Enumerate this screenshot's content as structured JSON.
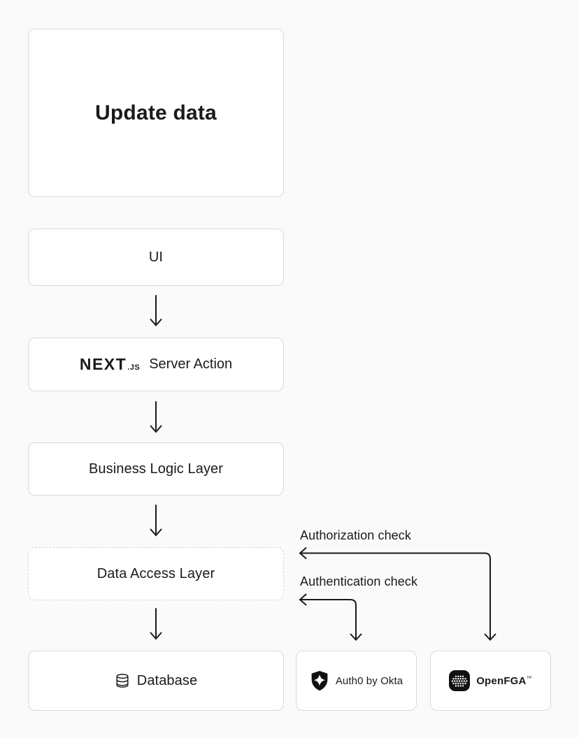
{
  "colors": {
    "page_background": "#fafafa",
    "node_background": "#ffffff",
    "node_border": "#d9d9d9",
    "text": "#1a1a1a",
    "arrow": "#1a1a1a"
  },
  "diagram": {
    "action_box": {
      "label": "Update data"
    },
    "nodes": {
      "ui": {
        "label": "UI"
      },
      "server_action": {
        "logo": "NEXT",
        "logo_suffix": ".JS",
        "label": "Server Action"
      },
      "business_logic": {
        "label": "Business Logic Layer"
      },
      "data_access": {
        "label": "Data Access Layer"
      },
      "database": {
        "label": "Database"
      },
      "auth0": {
        "label": "Auth0 by Okta"
      },
      "openfga": {
        "label": "OpenFGA",
        "trademark": "™"
      }
    },
    "annotations": {
      "authorization": {
        "label": "Authorization check"
      },
      "authentication": {
        "label": "Authentication check"
      }
    },
    "icons": {
      "database": "database-cylinder-icon",
      "auth0": "auth0-shield-icon",
      "openfga": "openfga-dots-icon"
    }
  }
}
